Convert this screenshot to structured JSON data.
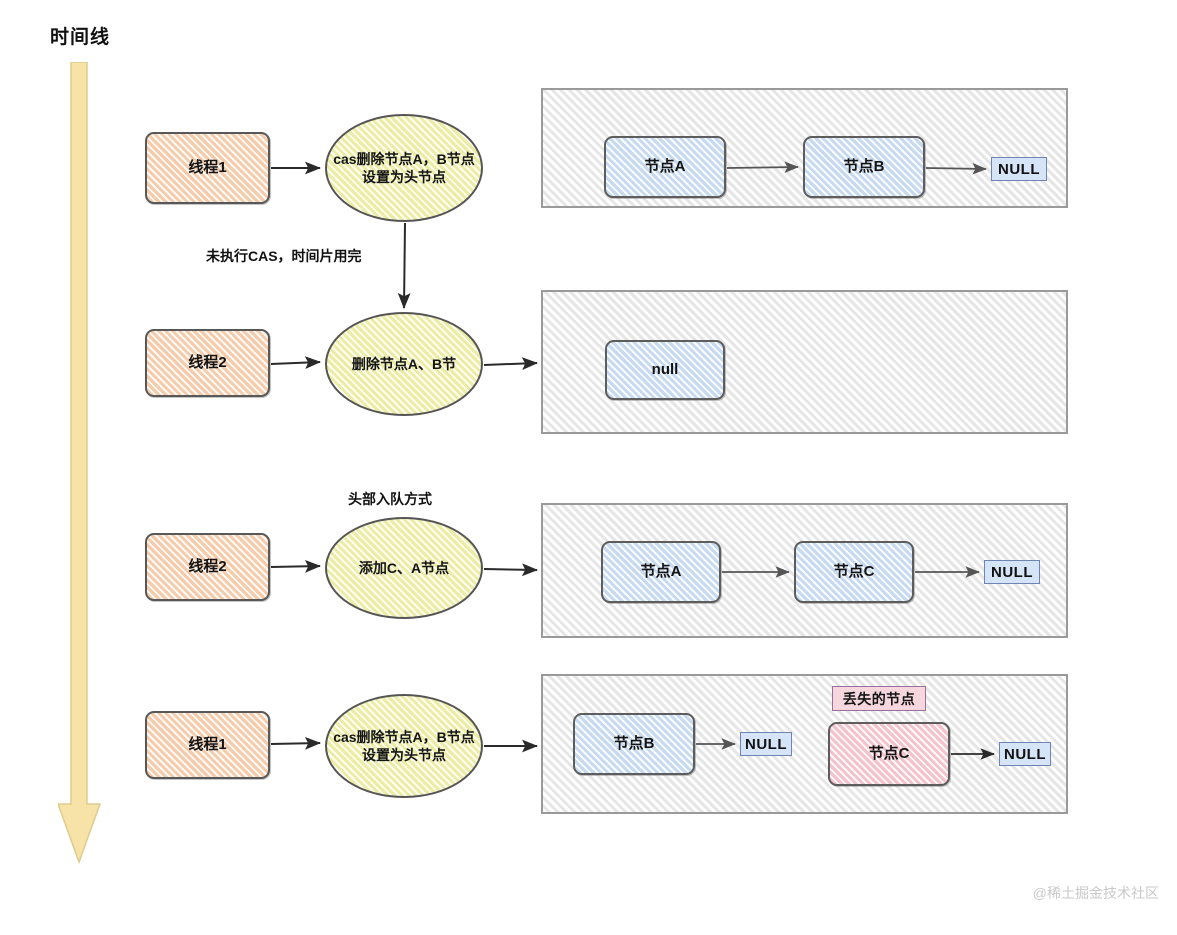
{
  "timeline": {
    "title": "时间线",
    "arrow_color": "#f7e3a8"
  },
  "captions": {
    "cas_fail": "未执行CAS，时间片用完",
    "head_insert": "头部入队方式"
  },
  "rows": [
    {
      "id": "row1",
      "thread": "线程1",
      "action": "cas删除节点A，B节点设置为头节点",
      "panel_nodes": [
        "节点A",
        "节点B"
      ],
      "terminator": "NULL"
    },
    {
      "id": "row2",
      "thread": "线程2",
      "action": "删除节点A、B节",
      "panel_nodes": [
        "null"
      ],
      "terminator": ""
    },
    {
      "id": "row3",
      "thread": "线程2",
      "action": "添加C、A节点",
      "panel_nodes": [
        "节点A",
        "节点C"
      ],
      "terminator": "NULL"
    },
    {
      "id": "row4",
      "thread": "线程1",
      "action": "cas删除节点A，B节点设置为头节点",
      "panel_nodes": [
        "节点B",
        "节点C"
      ],
      "terminator": "NULL",
      "terminator2": "NULL",
      "lost_label": "丢失的节点"
    }
  ],
  "colors": {
    "thread_fill": "#fae0cd",
    "action_fill": "#f7f7c8",
    "node_fill": "#e3edfa",
    "lost_fill": "#f9dde2",
    "null_fill": "#d6e4f7",
    "panel_fill": "#f7f7f7"
  },
  "watermark": "@稀土掘金技术社区"
}
